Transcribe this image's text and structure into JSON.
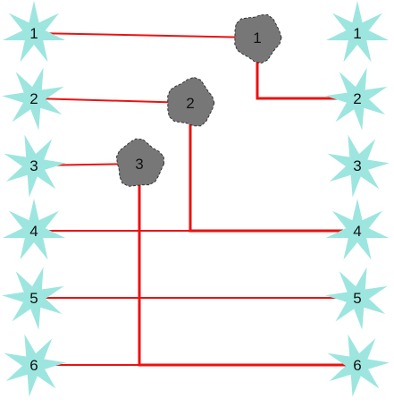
{
  "diagram": {
    "colors": {
      "star_fill": "#9de6df",
      "blob_fill": "#777777",
      "blob_stroke": "#333333",
      "wire": "#ee1111",
      "label": "#111111"
    },
    "left_stars": [
      {
        "id": "L1",
        "label": "1"
      },
      {
        "id": "L2",
        "label": "2"
      },
      {
        "id": "L3",
        "label": "3"
      },
      {
        "id": "L4",
        "label": "4"
      },
      {
        "id": "L5",
        "label": "5"
      },
      {
        "id": "L6",
        "label": "6"
      }
    ],
    "right_stars": [
      {
        "id": "R1",
        "label": "1"
      },
      {
        "id": "R2",
        "label": "2"
      },
      {
        "id": "R3",
        "label": "3"
      },
      {
        "id": "R4",
        "label": "4"
      },
      {
        "id": "R5",
        "label": "5"
      },
      {
        "id": "R6",
        "label": "6"
      }
    ],
    "hubs": [
      {
        "id": "H1",
        "label": "1"
      },
      {
        "id": "H2",
        "label": "2"
      },
      {
        "id": "H3",
        "label": "3"
      }
    ],
    "connections": [
      {
        "from": "L1",
        "to": "H1"
      },
      {
        "from": "H1",
        "to": "R2"
      },
      {
        "from": "L2",
        "to": "H2"
      },
      {
        "from": "H2",
        "to": "R4"
      },
      {
        "from": "L3",
        "to": "H3"
      },
      {
        "from": "H3",
        "to": "R6"
      },
      {
        "from": "L4",
        "to": "R4"
      },
      {
        "from": "L5",
        "to": "R5"
      },
      {
        "from": "L6",
        "to": "R6"
      }
    ]
  }
}
